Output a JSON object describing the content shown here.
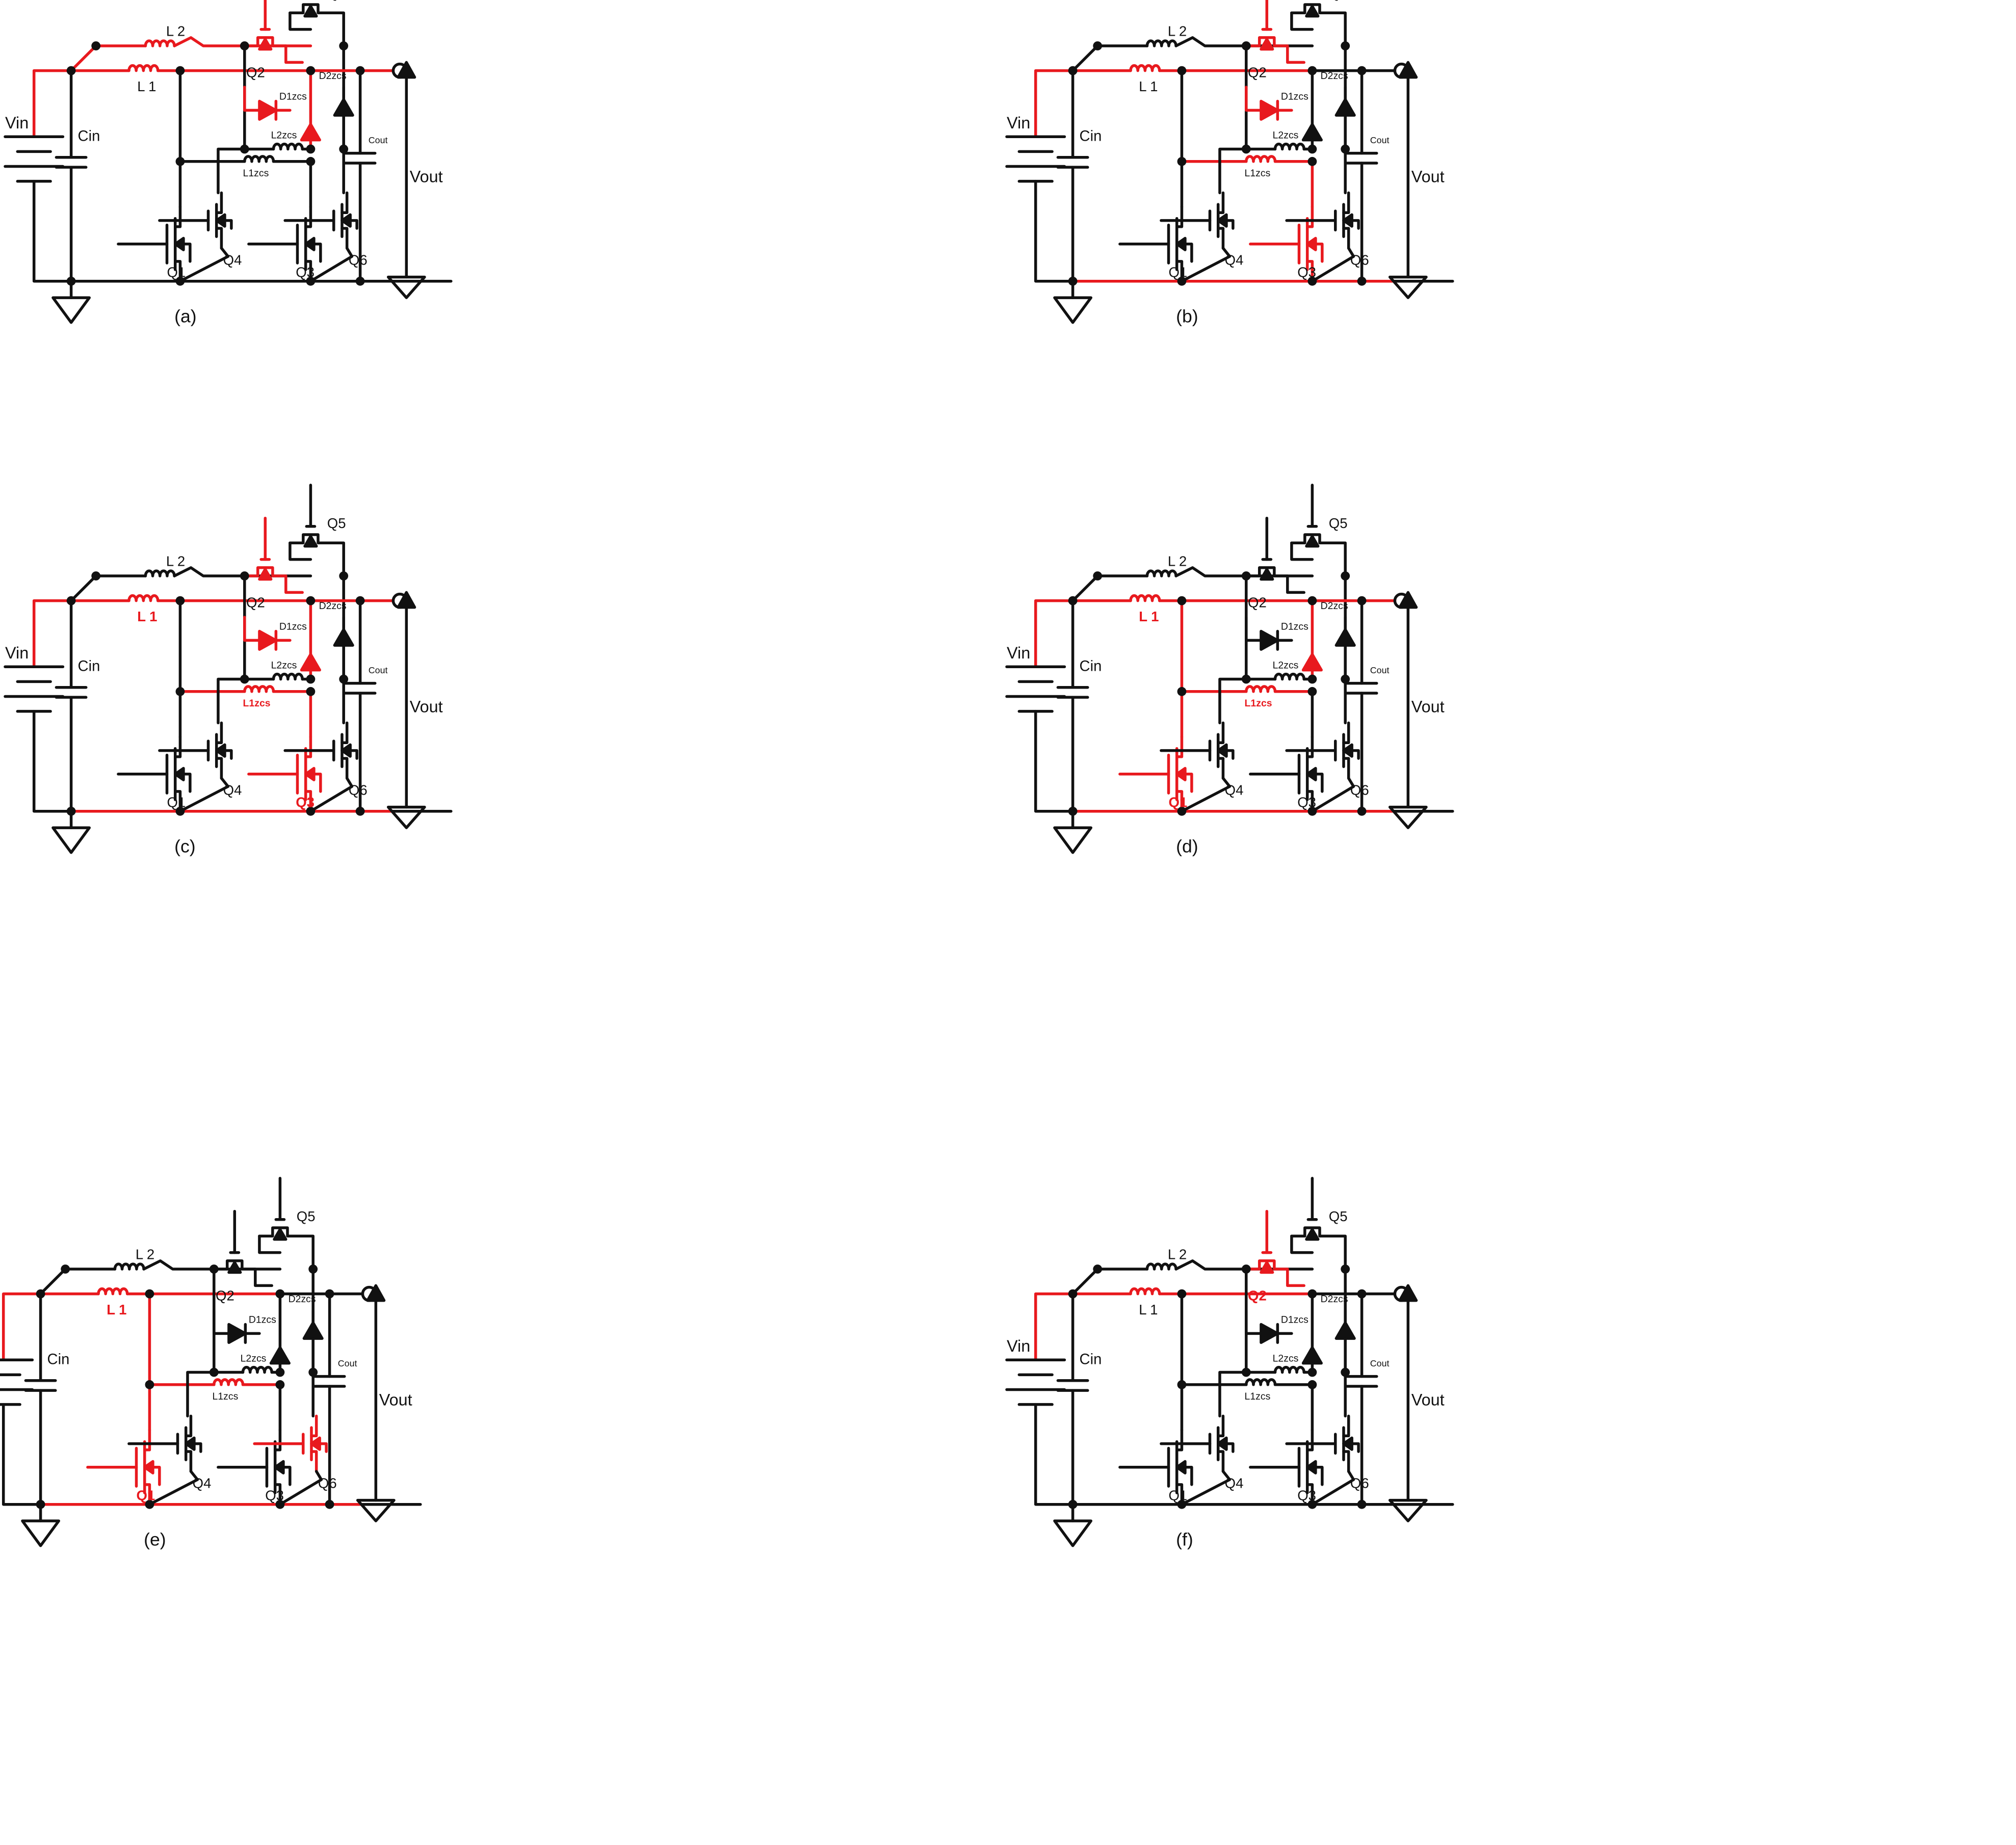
{
  "colors": {
    "normal": "#111111",
    "active": "#e8191e",
    "background": "#ffffff"
  },
  "labels": {
    "vin": "Vin",
    "cin": "Cin",
    "l1": "L 1",
    "l2": "L 2",
    "l1zcs": "L1zcs",
    "l2zcs": "L2zcs",
    "d1zcs": "D1zcs",
    "d2zcs": "D2zcs",
    "cout": "Cout",
    "vout": "Vout",
    "q1": "Q1",
    "q2": "Q2",
    "q3": "Q3",
    "q4": "Q4",
    "q5": "Q5",
    "q6": "Q6"
  },
  "panels": [
    {
      "id": "a",
      "caption": "(a)",
      "active": [
        "vin",
        "l2",
        "l1",
        "q2",
        "d1",
        "d2",
        "out"
      ]
    },
    {
      "id": "b",
      "caption": "(b)",
      "active": [
        "vin",
        "l1",
        "q2",
        "d1",
        "q3",
        "l1zcs",
        "gnd"
      ]
    },
    {
      "id": "c",
      "caption": "(c)",
      "active": [
        "vin",
        "l1",
        "q2",
        "d1",
        "d2",
        "q3",
        "l1zcs",
        "gnd",
        "out",
        "lab_L1",
        "lab_L1zcs",
        "lab_Q3"
      ]
    },
    {
      "id": "d",
      "caption": "(d)",
      "active": [
        "vin",
        "l1",
        "d2",
        "q1",
        "l1zcs",
        "gnd",
        "out",
        "lab_L1",
        "lab_L1zcs",
        "lab_Q1"
      ]
    },
    {
      "id": "e",
      "caption": "(e)",
      "active": [
        "vin",
        "l1",
        "q1",
        "l1zcs",
        "q6body",
        "gnd",
        "lab_L1",
        "lab_Q1"
      ]
    },
    {
      "id": "f",
      "caption": "(f)",
      "active": [
        "vin",
        "l1",
        "q2",
        "lab_Q2"
      ]
    }
  ]
}
